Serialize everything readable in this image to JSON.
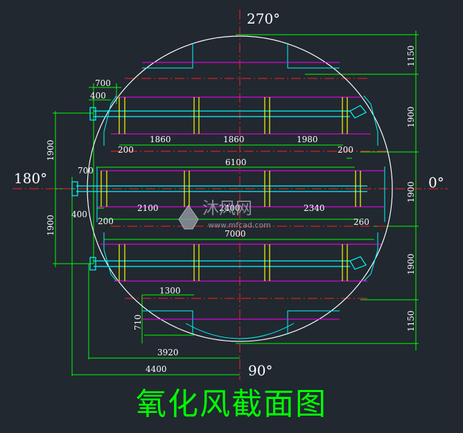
{
  "title": "氧化风截面图",
  "angles": {
    "top": "270°",
    "left": "180°",
    "right": "0°",
    "bottom": "90°"
  },
  "dimensions": {
    "d700_top": "700",
    "d400_top": "400",
    "d700_mid": "700",
    "d400_mid": "400",
    "row1": [
      "1860",
      "1860",
      "1980"
    ],
    "d200_a": "200",
    "d200_b": "200",
    "d6100": "6100",
    "row2": [
      "2100",
      "2400",
      "2340"
    ],
    "d200_c": "200",
    "d260": "260",
    "d7000": "7000",
    "left_1900_a": "1900",
    "left_1900_b": "1900",
    "right": [
      "1150",
      "1900",
      "1900",
      "1900",
      "1150"
    ],
    "d1300": "1300",
    "d710": "710",
    "d3920": "3920",
    "d4400": "4400"
  },
  "watermark": {
    "brand": "沐风网",
    "url": "www.mfcad.com"
  },
  "colors": {
    "outline": "#ffffff",
    "cyan": "#00ffff",
    "magenta": "#ff00ff",
    "yellow": "#ffff00",
    "red": "#ff0000",
    "green": "#00ff00",
    "title": "#00ff00"
  }
}
